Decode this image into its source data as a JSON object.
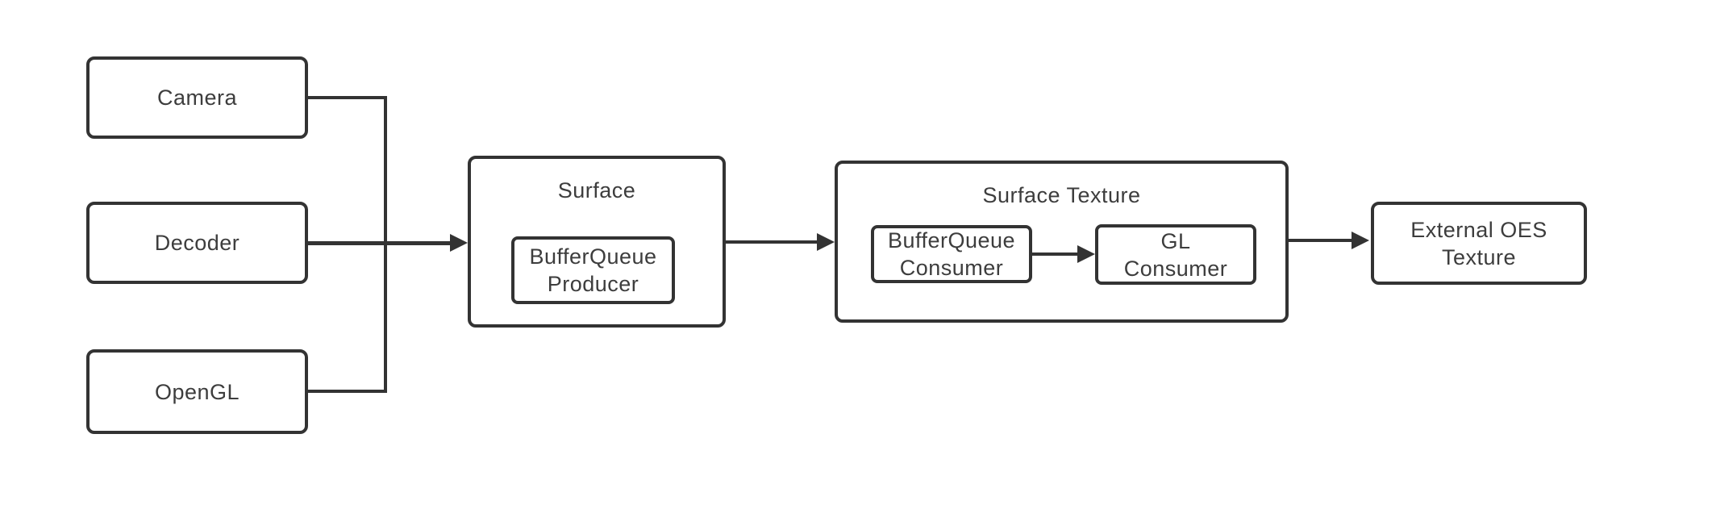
{
  "colors": {
    "background": "#ffffff",
    "stroke": "#333333",
    "text": "#3d3d3d"
  },
  "nodes": {
    "camera": "Camera",
    "decoder": "Decoder",
    "opengl": "OpenGL",
    "surface_title": "Surface",
    "bufferqueue_producer": "BufferQueue\nProducer",
    "surface_texture_title": "Surface Texture",
    "bufferqueue_consumer": "BufferQueue\nConsumer",
    "gl_consumer": "GL\nConsumer",
    "external_oes_texture": "External OES\nTexture"
  },
  "edges": [
    {
      "from": "Camera",
      "to": "junction"
    },
    {
      "from": "Decoder",
      "to": "Surface"
    },
    {
      "from": "OpenGL",
      "to": "junction"
    },
    {
      "from": "Surface",
      "to": "Surface Texture"
    },
    {
      "from": "BufferQueue Consumer",
      "to": "GL Consumer"
    },
    {
      "from": "Surface Texture",
      "to": "External OES Texture"
    }
  ]
}
